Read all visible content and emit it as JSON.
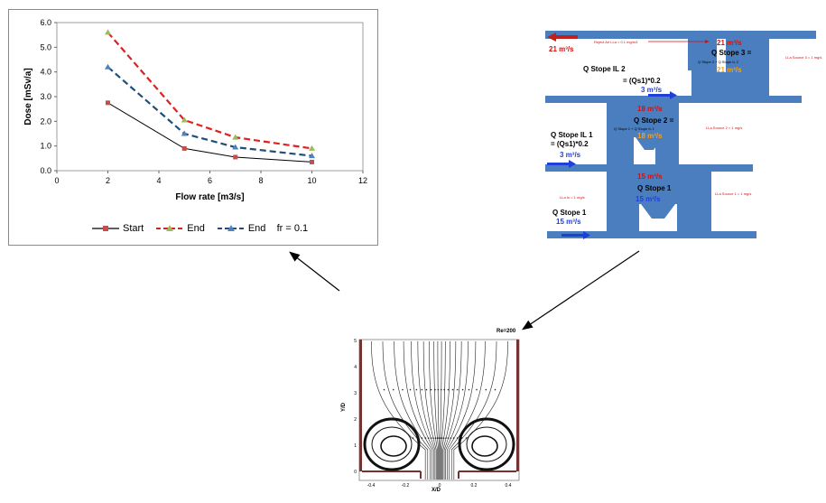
{
  "chart_data": {
    "type": "line",
    "xlabel": "Flow rate [m3/s]",
    "ylabel": "Dose [mSv/a]",
    "xlim": [
      0,
      12
    ],
    "ylim": [
      0,
      6
    ],
    "xticks": [
      "0",
      "2",
      "4",
      "6",
      "8",
      "10",
      "12"
    ],
    "yticks": [
      "0.0",
      "1.0",
      "2.0",
      "3.0",
      "4.0",
      "5.0",
      "6.0"
    ],
    "legend_position": "bottom",
    "series": [
      {
        "name": "Start",
        "color": "#000000",
        "marker_color": "#c0504d",
        "dash": "solid",
        "x": [
          2,
          5,
          7,
          10
        ],
        "y": [
          2.75,
          0.9,
          0.55,
          0.35
        ]
      },
      {
        "name": "End",
        "color": "#e02020",
        "marker_color": "#9bbb59",
        "dash": "dashed",
        "x": [
          2,
          5,
          7,
          10
        ],
        "y": [
          5.6,
          2.05,
          1.35,
          0.9
        ]
      },
      {
        "name": "End    fr = 0.1",
        "color": "#1f4e79",
        "marker_color": "#4f81bd",
        "dash": "dashed",
        "x": [
          2,
          5,
          7,
          10
        ],
        "y": [
          4.2,
          1.5,
          0.95,
          0.6
        ]
      }
    ]
  },
  "diagram": {
    "reject_label": "Reject Air LLa = 0.1 mg/m3",
    "top_left_flow": "21 m³/s",
    "top_mid_flow": "21 m³/s",
    "stope3_title": "Q Stope 3 =",
    "stope3_sub": "Q Stope 2 + Q Stope IL 2",
    "stope3_flow": "21 m³/s",
    "il2_title": "Q Stope IL 2",
    "il2_formula": "= (Qs1)*0.2",
    "il2_flow": "3 m³/s",
    "level2_flow": "18 m³/s",
    "stope2_title": "Q Stope 2 =",
    "stope2_sub": "Q Stope 1  +  Q Stope IL 1",
    "stope2_flow": "18 m³/s",
    "il1_title": "Q Stope IL 1",
    "il1_formula": "= (Qs1)*0.2",
    "il1_flow": "3 m³/s",
    "level1_flow": "15 m³/s",
    "stope1_title": "Q Stope 1",
    "stope1_flow": "15 m³/s",
    "intake_title": "Q Stope 1",
    "intake_flow": "15 m³/s",
    "src3": "LLa Source 3 = 1 mg/s",
    "src2": "LLa Source 2 = 1 mg/s",
    "src1": "LLa Source 1 = 1 mg/s",
    "lla_in": "LLa In = 1 mg/s"
  },
  "flow_plot": {
    "re_label": "Re=200",
    "xlabel": "X/D",
    "ylabel": "Y/D",
    "xticks": [
      "-0.4",
      "-0.2",
      "0",
      "0.2",
      "0.4"
    ],
    "yticks": [
      "0",
      "1",
      "2",
      "3",
      "4",
      "5"
    ]
  },
  "colors": {
    "stope_blue": "#4a7ebf",
    "arrow_blue": "#1f3fd9",
    "arrow_red": "#c0201a",
    "flow_red": "#d41010",
    "flow_orange": "#f0a020",
    "flow_blue": "#1f3fd9"
  }
}
